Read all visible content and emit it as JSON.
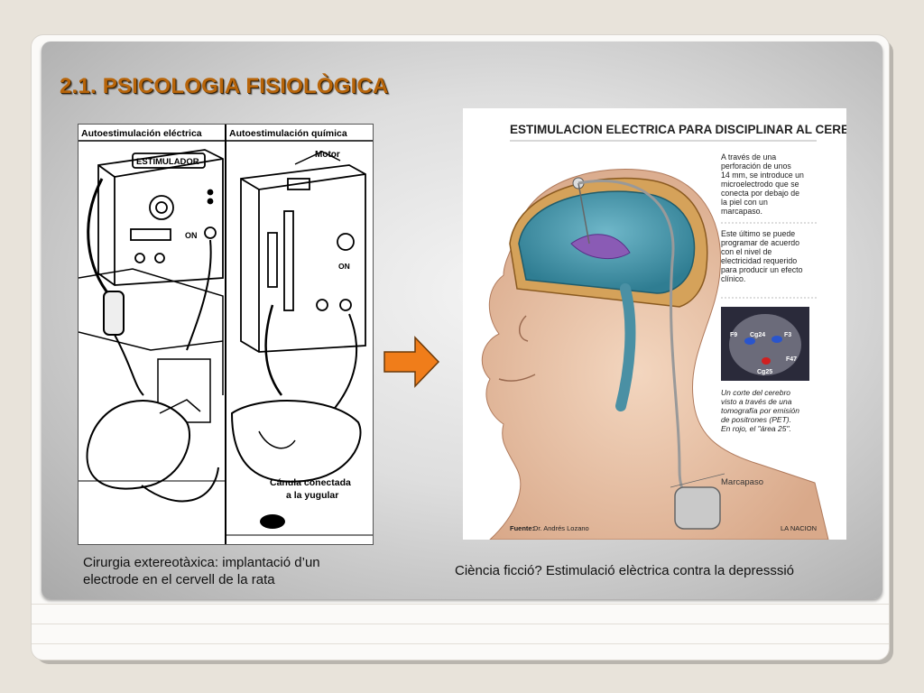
{
  "slide": {
    "title": "2.1. PSICOLOGIA FISIOLÒGICA",
    "left_caption": "Cirurgia extereotàxica: implantació d’un electrode en el cervell de la rata",
    "right_caption": "Ciència ficció? Estimulació elèctrica contra la depresssió",
    "accent_color": "#b8650a",
    "arrow_color": "#f07d1a"
  },
  "left_figure": {
    "heading_left": "Autoestimulación eléctrica",
    "heading_right": "Autoestimulación química",
    "device_label": "ESTIMULADOR",
    "on_label_1": "ON",
    "motor_label": "Motor",
    "on_label_2": "ON",
    "cannula_label_1": "Cánula conectada",
    "cannula_label_2": "a la yugular"
  },
  "right_figure": {
    "title": "ESTIMULACION ELECTRICA PARA DISCIPLINAR AL CEREBRO",
    "note1": [
      "A  través de una",
      "perforación de unos",
      "14 mm, se introduce un",
      "microelectrodo que se",
      "conecta por debajo de",
      "la piel con un",
      "marcapaso."
    ],
    "note2": [
      "Este último se puede",
      "programar de acuerdo",
      "con el nivel de",
      "electricidad requerido",
      "para producir un efecto",
      "clínico."
    ],
    "pet_labels": [
      "F9",
      "Cg24",
      "F3",
      "F47",
      "Cg25"
    ],
    "pet_caption": [
      "Un corte del cerebro",
      "visto a través de una",
      "tomografía por emisión",
      "de positrones (PET).",
      "En rojo, el \"área 25\"."
    ],
    "pacemaker_label": "Marcapaso",
    "source_prefix": "Fuente:",
    "source_name": "Dr. Andrés Lozano",
    "credit": "LA NACION"
  }
}
